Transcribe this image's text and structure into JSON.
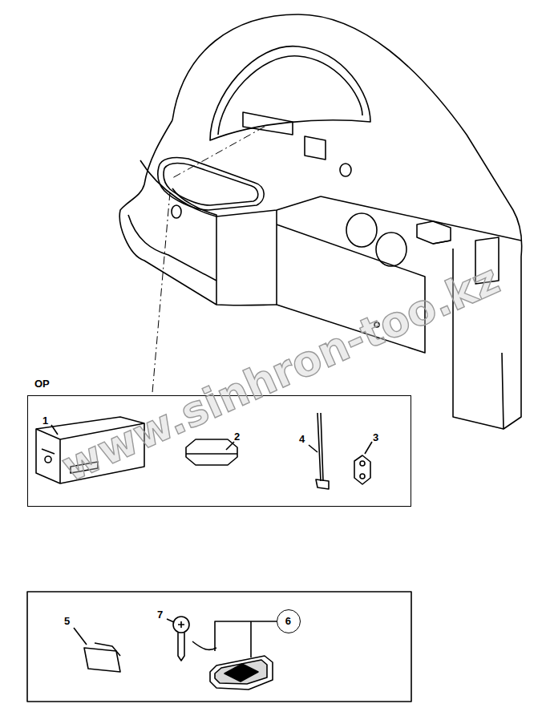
{
  "diagram": {
    "nodes": [
      {
        "text": [
          "OP"
        ]
      },
      {
        "text": [
          "6"
        ]
      }
    ],
    "labels": [
      "1",
      "2",
      "4",
      "3",
      "5",
      "7",
      "www.sinhron-too.kz"
    ]
  }
}
